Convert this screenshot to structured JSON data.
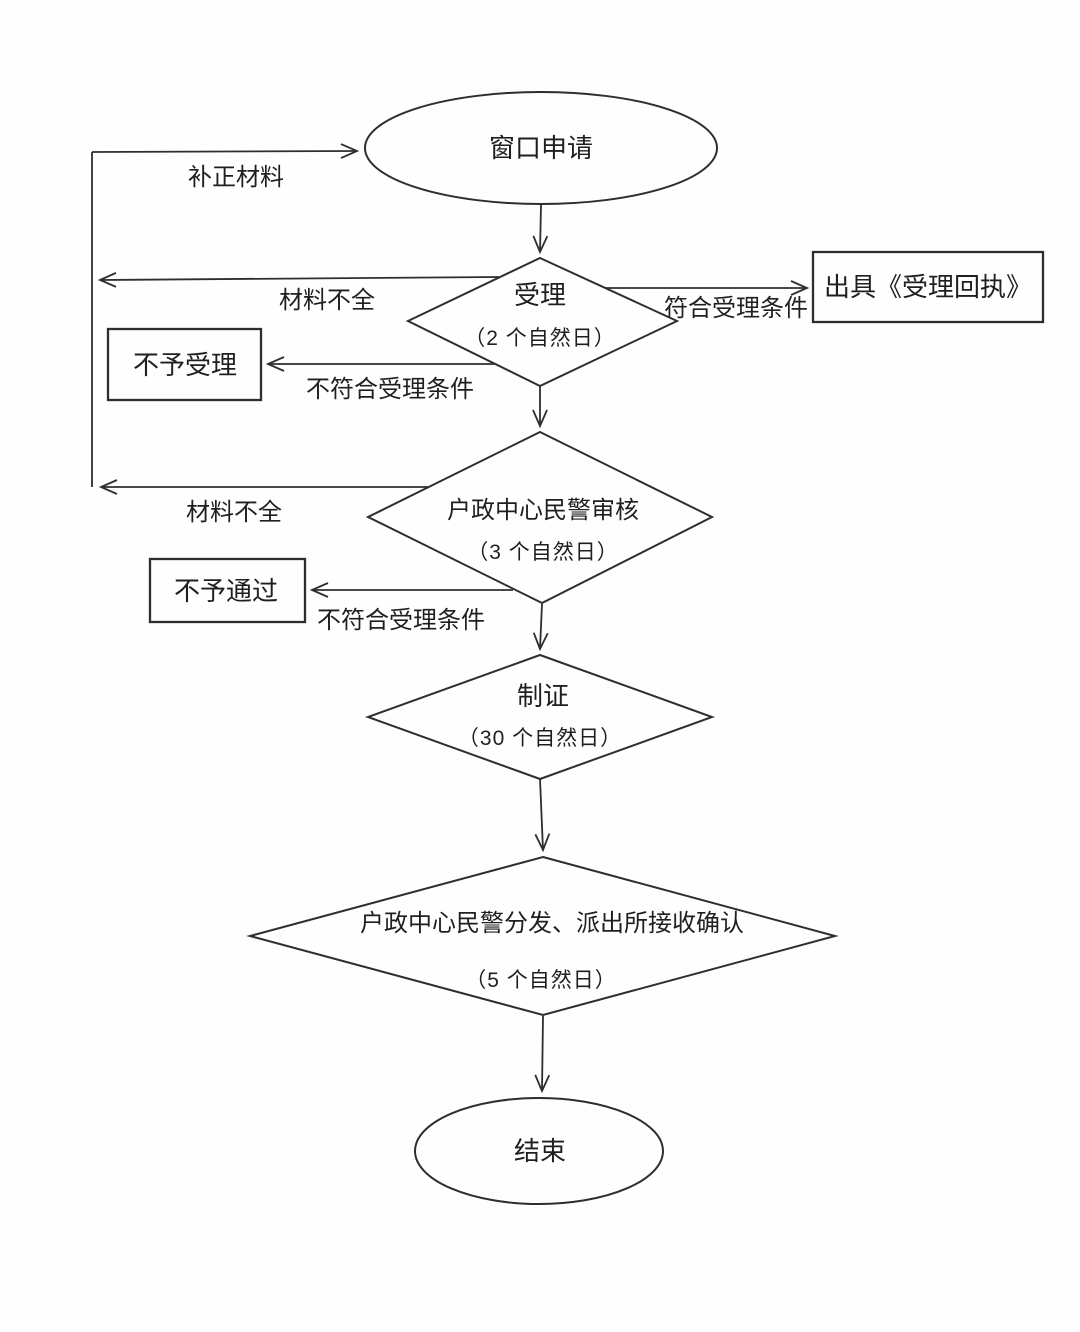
{
  "page": {
    "background": "#fefefe",
    "line_color": "#2e2e2e",
    "text_color": "#1f1f1f"
  },
  "nodes": {
    "start": {
      "type": "ellipse",
      "label": "窗口申请"
    },
    "accept": {
      "type": "diamond",
      "label": "受理",
      "duration": "（2 个自然日）"
    },
    "receipt": {
      "type": "rect",
      "label": "出具《受理回执》"
    },
    "not_accepted": {
      "type": "rect",
      "label": "不予受理"
    },
    "review": {
      "type": "diamond",
      "label": "户政中心民警审核",
      "duration": "（3 个自然日）"
    },
    "not_passed": {
      "type": "rect",
      "label": "不予通过"
    },
    "produce": {
      "type": "diamond",
      "label": "制证",
      "duration": "（30 个自然日）"
    },
    "distribute": {
      "type": "diamond",
      "label": "户政中心民警分发、派出所接收确认",
      "duration": "（5 个自然日）"
    },
    "end": {
      "type": "ellipse",
      "label": "结束"
    }
  },
  "edges": {
    "supplement_materials": "补正材料",
    "materials_incomplete_1": "材料不全",
    "meets_conditions": "符合受理条件",
    "not_meets_conditions_1": "不符合受理条件",
    "materials_incomplete_2": "材料不全",
    "not_meets_conditions_2": "不符合受理条件"
  }
}
